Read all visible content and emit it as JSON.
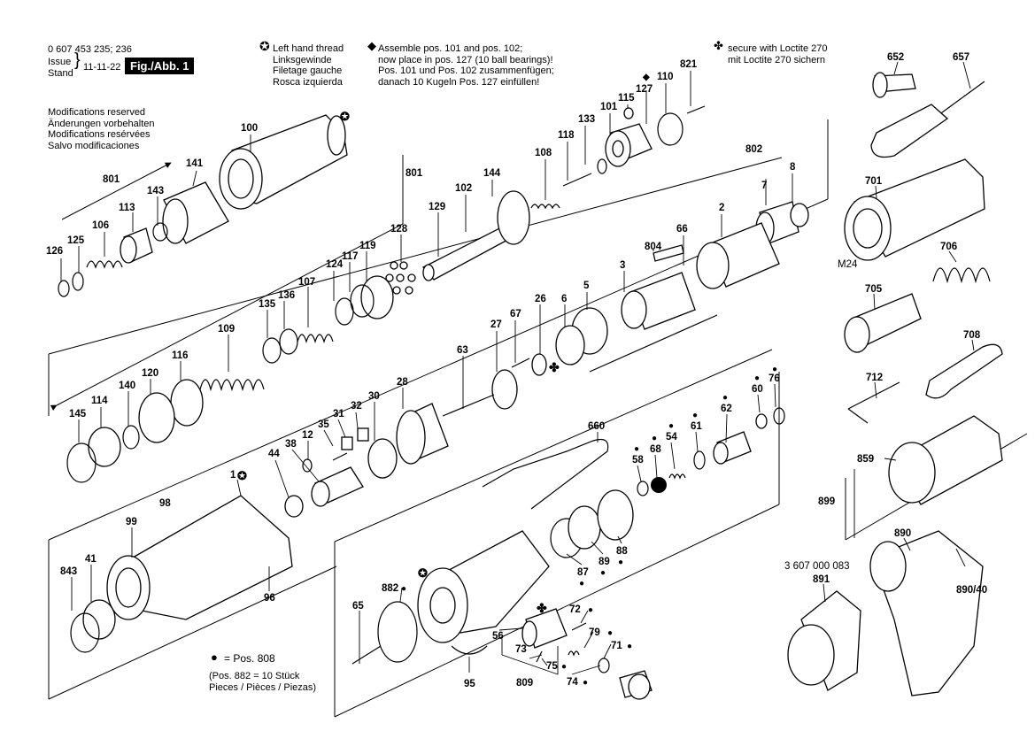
{
  "header": {
    "part_number": "0 607 453 235; 236",
    "issue_label_1": "Issue",
    "issue_label_2": "Stand",
    "issue_date": "11-11-22",
    "fig_label": "Fig./Abb. 1",
    "modifications": [
      "Modifications reserved",
      "Änderungen vorbehalten",
      "Modifications resérvées",
      "Salvo modificaciones"
    ]
  },
  "legend": {
    "left_hand_thread": [
      "Left hand thread",
      "Linksgewinde",
      "Filetage gauche",
      "Rosca izquierda"
    ],
    "assemble_note": [
      "Assemble pos. 101 and pos. 102;",
      "now place in pos. 127 (10 ball bearings)!",
      "Pos. 101 und Pos. 102 zusammenfügen;",
      "danach 10 Kugeln Pos. 127 einfüllen!"
    ],
    "loctite": [
      "secure with Loctite 270",
      "mit Loctite 270 sichern"
    ],
    "pos_808": "= Pos. 808",
    "pos_882_note": [
      "(Pos. 882 = 10 Stück",
      "Pieces / Pièces / Piezas)"
    ]
  },
  "symbols": {
    "lh_thread": "✪",
    "assemble": "◆",
    "loctite": "✤",
    "dot": "●"
  },
  "callouts": [
    {
      "t": "100"
    },
    {
      "t": "141"
    },
    {
      "t": "801"
    },
    {
      "t": "143"
    },
    {
      "t": "113"
    },
    {
      "t": "106"
    },
    {
      "t": "125"
    },
    {
      "t": "126"
    },
    {
      "t": "801"
    },
    {
      "t": "144"
    },
    {
      "t": "102"
    },
    {
      "t": "129"
    },
    {
      "t": "128"
    },
    {
      "t": "119"
    },
    {
      "t": "117"
    },
    {
      "t": "124"
    },
    {
      "t": "107"
    },
    {
      "t": "136"
    },
    {
      "t": "135"
    },
    {
      "t": "109"
    },
    {
      "t": "116"
    },
    {
      "t": "120"
    },
    {
      "t": "140"
    },
    {
      "t": "114"
    },
    {
      "t": "145"
    },
    {
      "t": "108"
    },
    {
      "t": "118"
    },
    {
      "t": "133"
    },
    {
      "t": "101"
    },
    {
      "t": "115"
    },
    {
      "t": "127"
    },
    {
      "t": "110"
    },
    {
      "t": "821"
    },
    {
      "t": "802"
    },
    {
      "t": "8"
    },
    {
      "t": "7"
    },
    {
      "t": "2"
    },
    {
      "t": "66"
    },
    {
      "t": "804"
    },
    {
      "t": "3"
    },
    {
      "t": "5"
    },
    {
      "t": "6"
    },
    {
      "t": "26"
    },
    {
      "t": "67"
    },
    {
      "t": "27"
    },
    {
      "t": "63"
    },
    {
      "t": "28"
    },
    {
      "t": "30"
    },
    {
      "t": "32"
    },
    {
      "t": "31"
    },
    {
      "t": "35"
    },
    {
      "t": "12"
    },
    {
      "t": "38"
    },
    {
      "t": "44"
    },
    {
      "t": "1"
    },
    {
      "t": "98"
    },
    {
      "t": "99"
    },
    {
      "t": "41"
    },
    {
      "t": "843"
    },
    {
      "t": "96"
    },
    {
      "t": "660"
    },
    {
      "t": "58"
    },
    {
      "t": "68"
    },
    {
      "t": "54"
    },
    {
      "t": "61"
    },
    {
      "t": "62"
    },
    {
      "t": "60"
    },
    {
      "t": "76"
    },
    {
      "t": "87"
    },
    {
      "t": "89"
    },
    {
      "t": "88"
    },
    {
      "t": "882"
    },
    {
      "t": "65"
    },
    {
      "t": "95"
    },
    {
      "t": "56"
    },
    {
      "t": "73"
    },
    {
      "t": "809"
    },
    {
      "t": "75"
    },
    {
      "t": "74"
    },
    {
      "t": "72"
    },
    {
      "t": "79"
    },
    {
      "t": "71"
    },
    {
      "t": "652"
    },
    {
      "t": "657"
    },
    {
      "t": "701"
    },
    {
      "t": "M24"
    },
    {
      "t": "706"
    },
    {
      "t": "705"
    },
    {
      "t": "708"
    },
    {
      "t": "712"
    },
    {
      "t": "859"
    },
    {
      "t": "899"
    },
    {
      "t": "890"
    },
    {
      "t": "3 607 000 083"
    },
    {
      "t": "891"
    },
    {
      "t": "890/40"
    }
  ]
}
